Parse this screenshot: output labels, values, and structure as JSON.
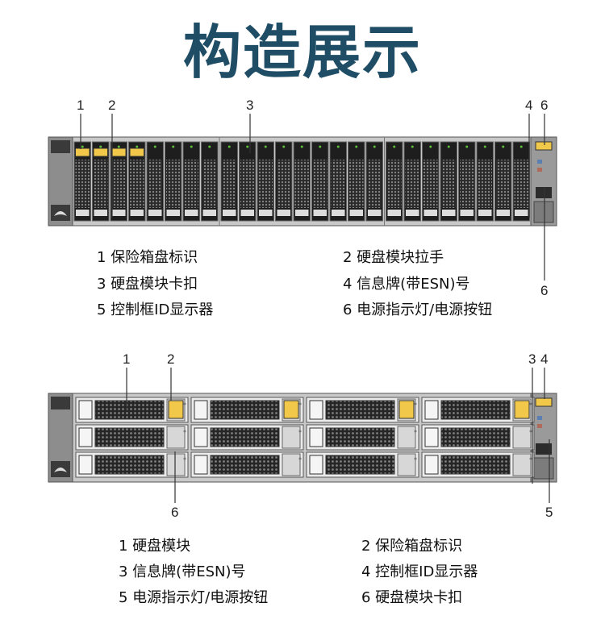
{
  "title": "构造展示",
  "diagram1": {
    "callouts": [
      "1",
      "2",
      "3",
      "4",
      "6",
      "6"
    ],
    "legend": [
      "1 保险箱盘标识",
      "2 硬盘模块拉手",
      "3 硬盘模块卡扣",
      "4 信息牌(带ESN)号",
      "5 控制框ID显示器",
      "6 电源指示灯/电源按钮"
    ]
  },
  "diagram2": {
    "callouts": [
      "1",
      "2",
      "3",
      "4",
      "6",
      "5"
    ],
    "legend": [
      "1 硬盘模块",
      "2 保险箱盘标识",
      "3 信息牌(带ESN)号",
      "4 控制框ID显示器",
      "5 电源指示灯/电源按钮",
      "6 硬盘模块卡扣"
    ]
  },
  "colors": {
    "title": "#1f4d66",
    "chassis": "#c9c9c9",
    "bay_dark": "#2a2a2a",
    "warning": "#f2c84b",
    "led_green": "#5fbf3a"
  }
}
